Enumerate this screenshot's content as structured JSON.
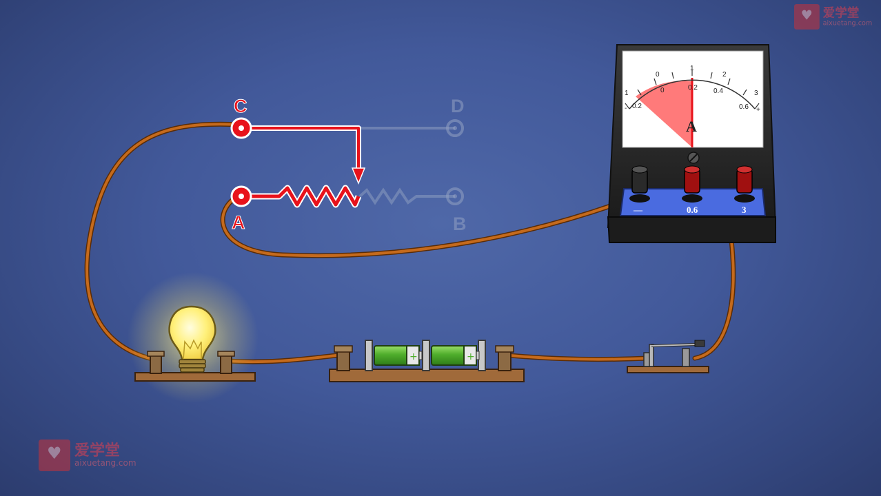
{
  "rheostat": {
    "terminals": [
      {
        "label": "C",
        "active": true
      },
      {
        "label": "D",
        "active": false
      },
      {
        "label": "A",
        "active": true
      },
      {
        "label": "B",
        "active": false
      }
    ]
  },
  "ammeter": {
    "unit": "A",
    "scale_top": [
      "1",
      "0",
      "1",
      "2",
      "3"
    ],
    "scale_bottom": [
      "0.2",
      "0",
      "0.2",
      "0.4",
      "0.6"
    ],
    "sign_minus": "-",
    "sign_plus": "+",
    "terminals": [
      "—",
      "0.6",
      "3"
    ],
    "needle_reading": 0.2
  },
  "watermark": {
    "title": "爱学堂",
    "url": "aixuetang.com"
  },
  "colors": {
    "active_path": "#e8121b",
    "wire": "#c56a1c",
    "inactive_path": "#8d9cc0",
    "bulb_glow": "#fff27a"
  }
}
